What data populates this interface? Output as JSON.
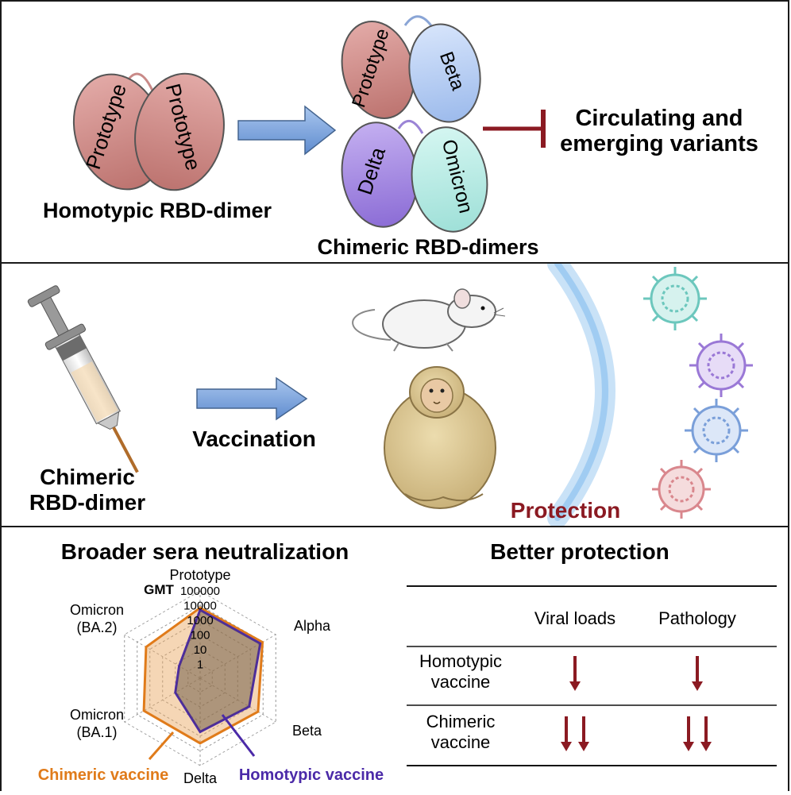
{
  "top": {
    "bean_labels": [
      "Prototype",
      "Prototype",
      "Prototype",
      "Beta",
      "Delta",
      "Omicron"
    ],
    "homotypic_caption": "Homotypic RBD-dimer",
    "chimeric_caption": "Chimeric RBD-dimers",
    "inhibits_line1": "Circulating and",
    "inhibits_line2": "emerging variants"
  },
  "middle": {
    "vaccine_line1": "Chimeric",
    "vaccine_line2": "RBD-dimer",
    "arrow_label": "Vaccination",
    "protection_label": "Protection"
  },
  "bottom": {
    "left_title": "Broader sera neutralization",
    "right_title": "Better protection"
  },
  "chart_data": {
    "type": "radar",
    "title": "Broader sera neutralization",
    "axes": [
      "Prototype",
      "Alpha",
      "Beta",
      "Delta",
      "Omicron (BA.1)",
      "Omicron (BA.2)"
    ],
    "radial_label": "GMT",
    "radial_ticks": [
      "1",
      "10",
      "100",
      "1000",
      "10000",
      "100000"
    ],
    "log_scale": true,
    "series": [
      {
        "name": "Chimeric vaccine",
        "color": "#e07b1a",
        "values": [
          7000,
          9000,
          4000,
          3000,
          3000,
          2000
        ]
      },
      {
        "name": "Homotypic vaccine",
        "color": "#4b2aa8",
        "values": [
          5000,
          6000,
          800,
          500,
          10,
          5
        ]
      }
    ]
  },
  "table": {
    "columns": [
      "Viral loads",
      "Pathology"
    ],
    "rows": [
      {
        "label_line1": "Homotypic",
        "label_line2": "vaccine",
        "arrows": [
          1,
          1
        ]
      },
      {
        "label_line1": "Chimeric",
        "label_line2": "vaccine",
        "arrows": [
          2,
          2
        ]
      }
    ]
  },
  "colors": {
    "prototype": "#cf8e8b",
    "beta": "#b7cff3",
    "delta": "#a98fe0",
    "omicron": "#b9ece6",
    "arrow_blue": "#7fa6dc",
    "dark_red": "#8b1a22",
    "chimeric_orange": "#e07b1a",
    "homotypic_purple": "#4b2aa8"
  }
}
